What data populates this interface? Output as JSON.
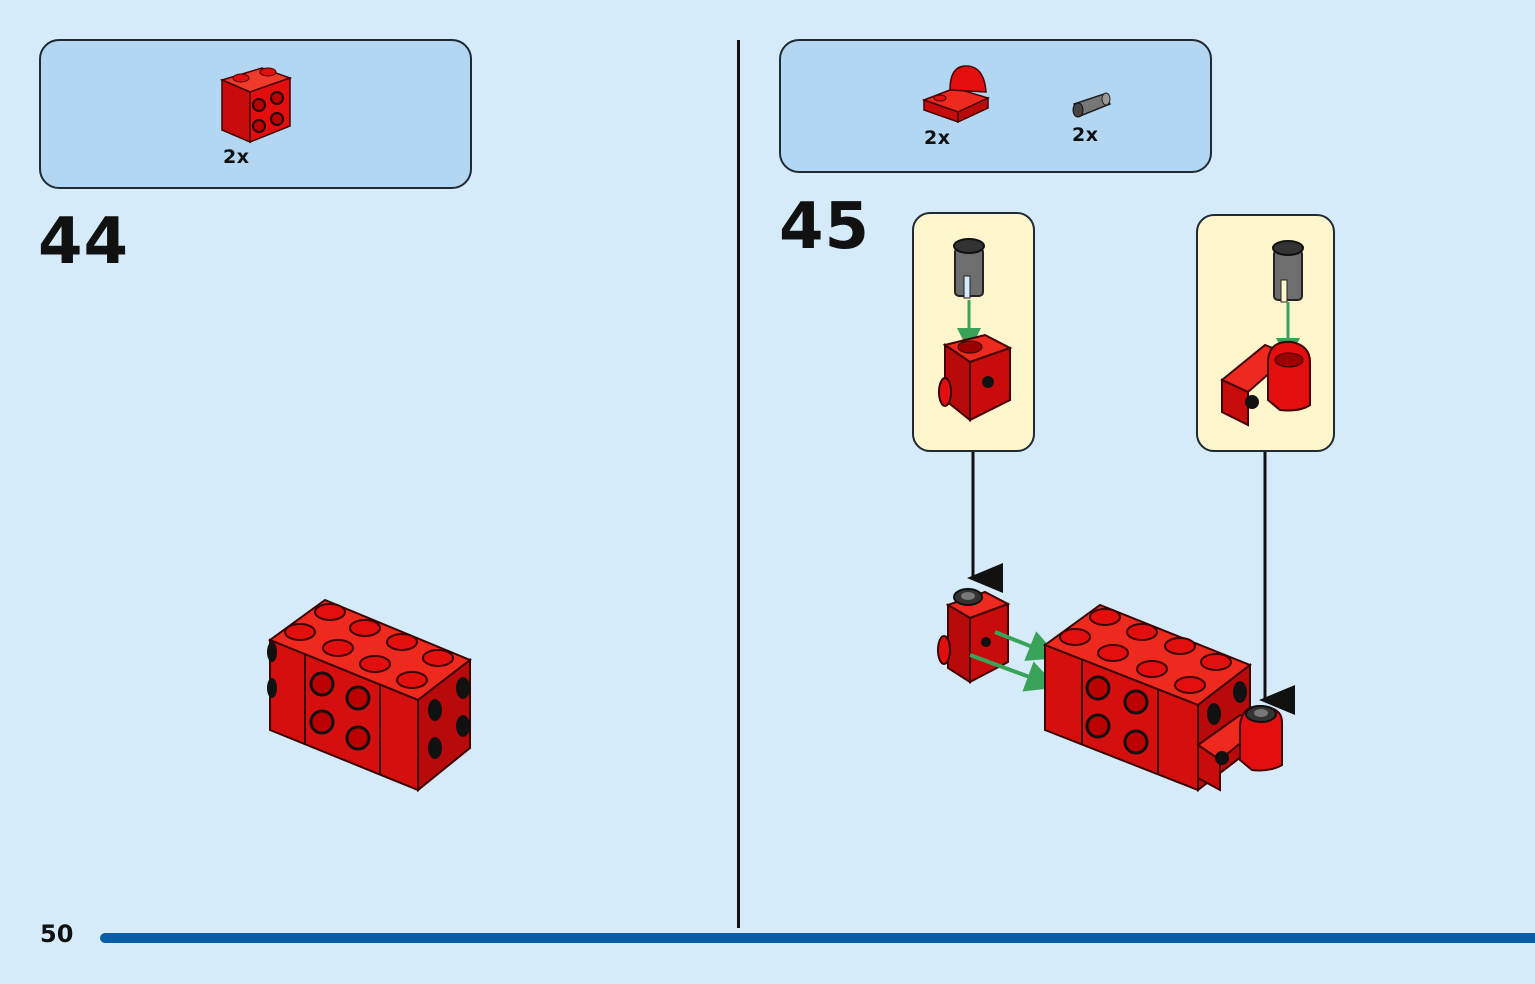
{
  "page": {
    "number": "50"
  },
  "steps": [
    {
      "number": "44",
      "parts": [
        {
          "name": "red-brick-1x2-studs-on-side-icon",
          "quantity": "2x"
        }
      ]
    },
    {
      "number": "45",
      "parts": [
        {
          "name": "red-plate-with-hole-icon",
          "quantity": "2x"
        },
        {
          "name": "gray-pin-icon",
          "quantity": "2x"
        }
      ]
    }
  ],
  "colors": {
    "background": "#d6ebfa",
    "parts_box": "#b3d7f3",
    "callout": "#fdf5cc",
    "brick_red": "#e30f0f",
    "footer_bar": "#0a5ea7",
    "arrow_green": "#3aa35a"
  }
}
